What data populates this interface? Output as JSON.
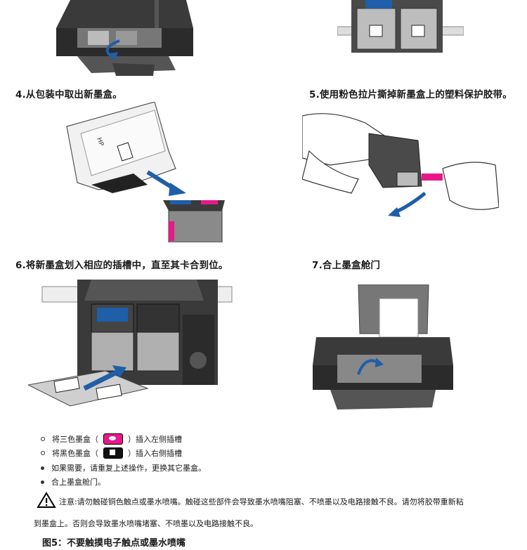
{
  "steps": {
    "step4": "4.从包装中取出新墨盒。",
    "step5": "5.使用粉色拉片撕掉新墨盒上的塑料保护胶带。",
    "step6": "6.将新墨盒划入相应的插槽中，直至其卡合到位。",
    "step7": "7.合上墨盒舱门"
  },
  "bullets": {
    "b1_pre": "将三色墨盒（",
    "b1_post": "）插入左侧插槽",
    "b2_pre": "将黑色墨盒（",
    "b2_post": "）插入右侧插槽",
    "b3": "如果需要，请重复上述操作，更换其它墨盒。",
    "b4": "合上墨盒舱门。"
  },
  "package_label": "HP",
  "warning": {
    "line1": "注意:请勿触碰铜色触点或墨水喷嘴。触碰这些部件会导致墨水喷嘴阻塞、不喷墨以及电路接触不良。请勿将胶带重新粘",
    "line2": "到墨盒上。否则会导致墨水喷嘴堵塞、不喷墨以及电路接触不良。"
  },
  "caption": "图5：不要触摸电子触点或墨水喷嘴",
  "colors": {
    "magenta": "#e6198a",
    "blue": "#1f5ea8",
    "printer_dark": "#2b2b2b",
    "printer_mid": "#4a4a4a",
    "cartridge_gray": "#8a8a8a"
  }
}
